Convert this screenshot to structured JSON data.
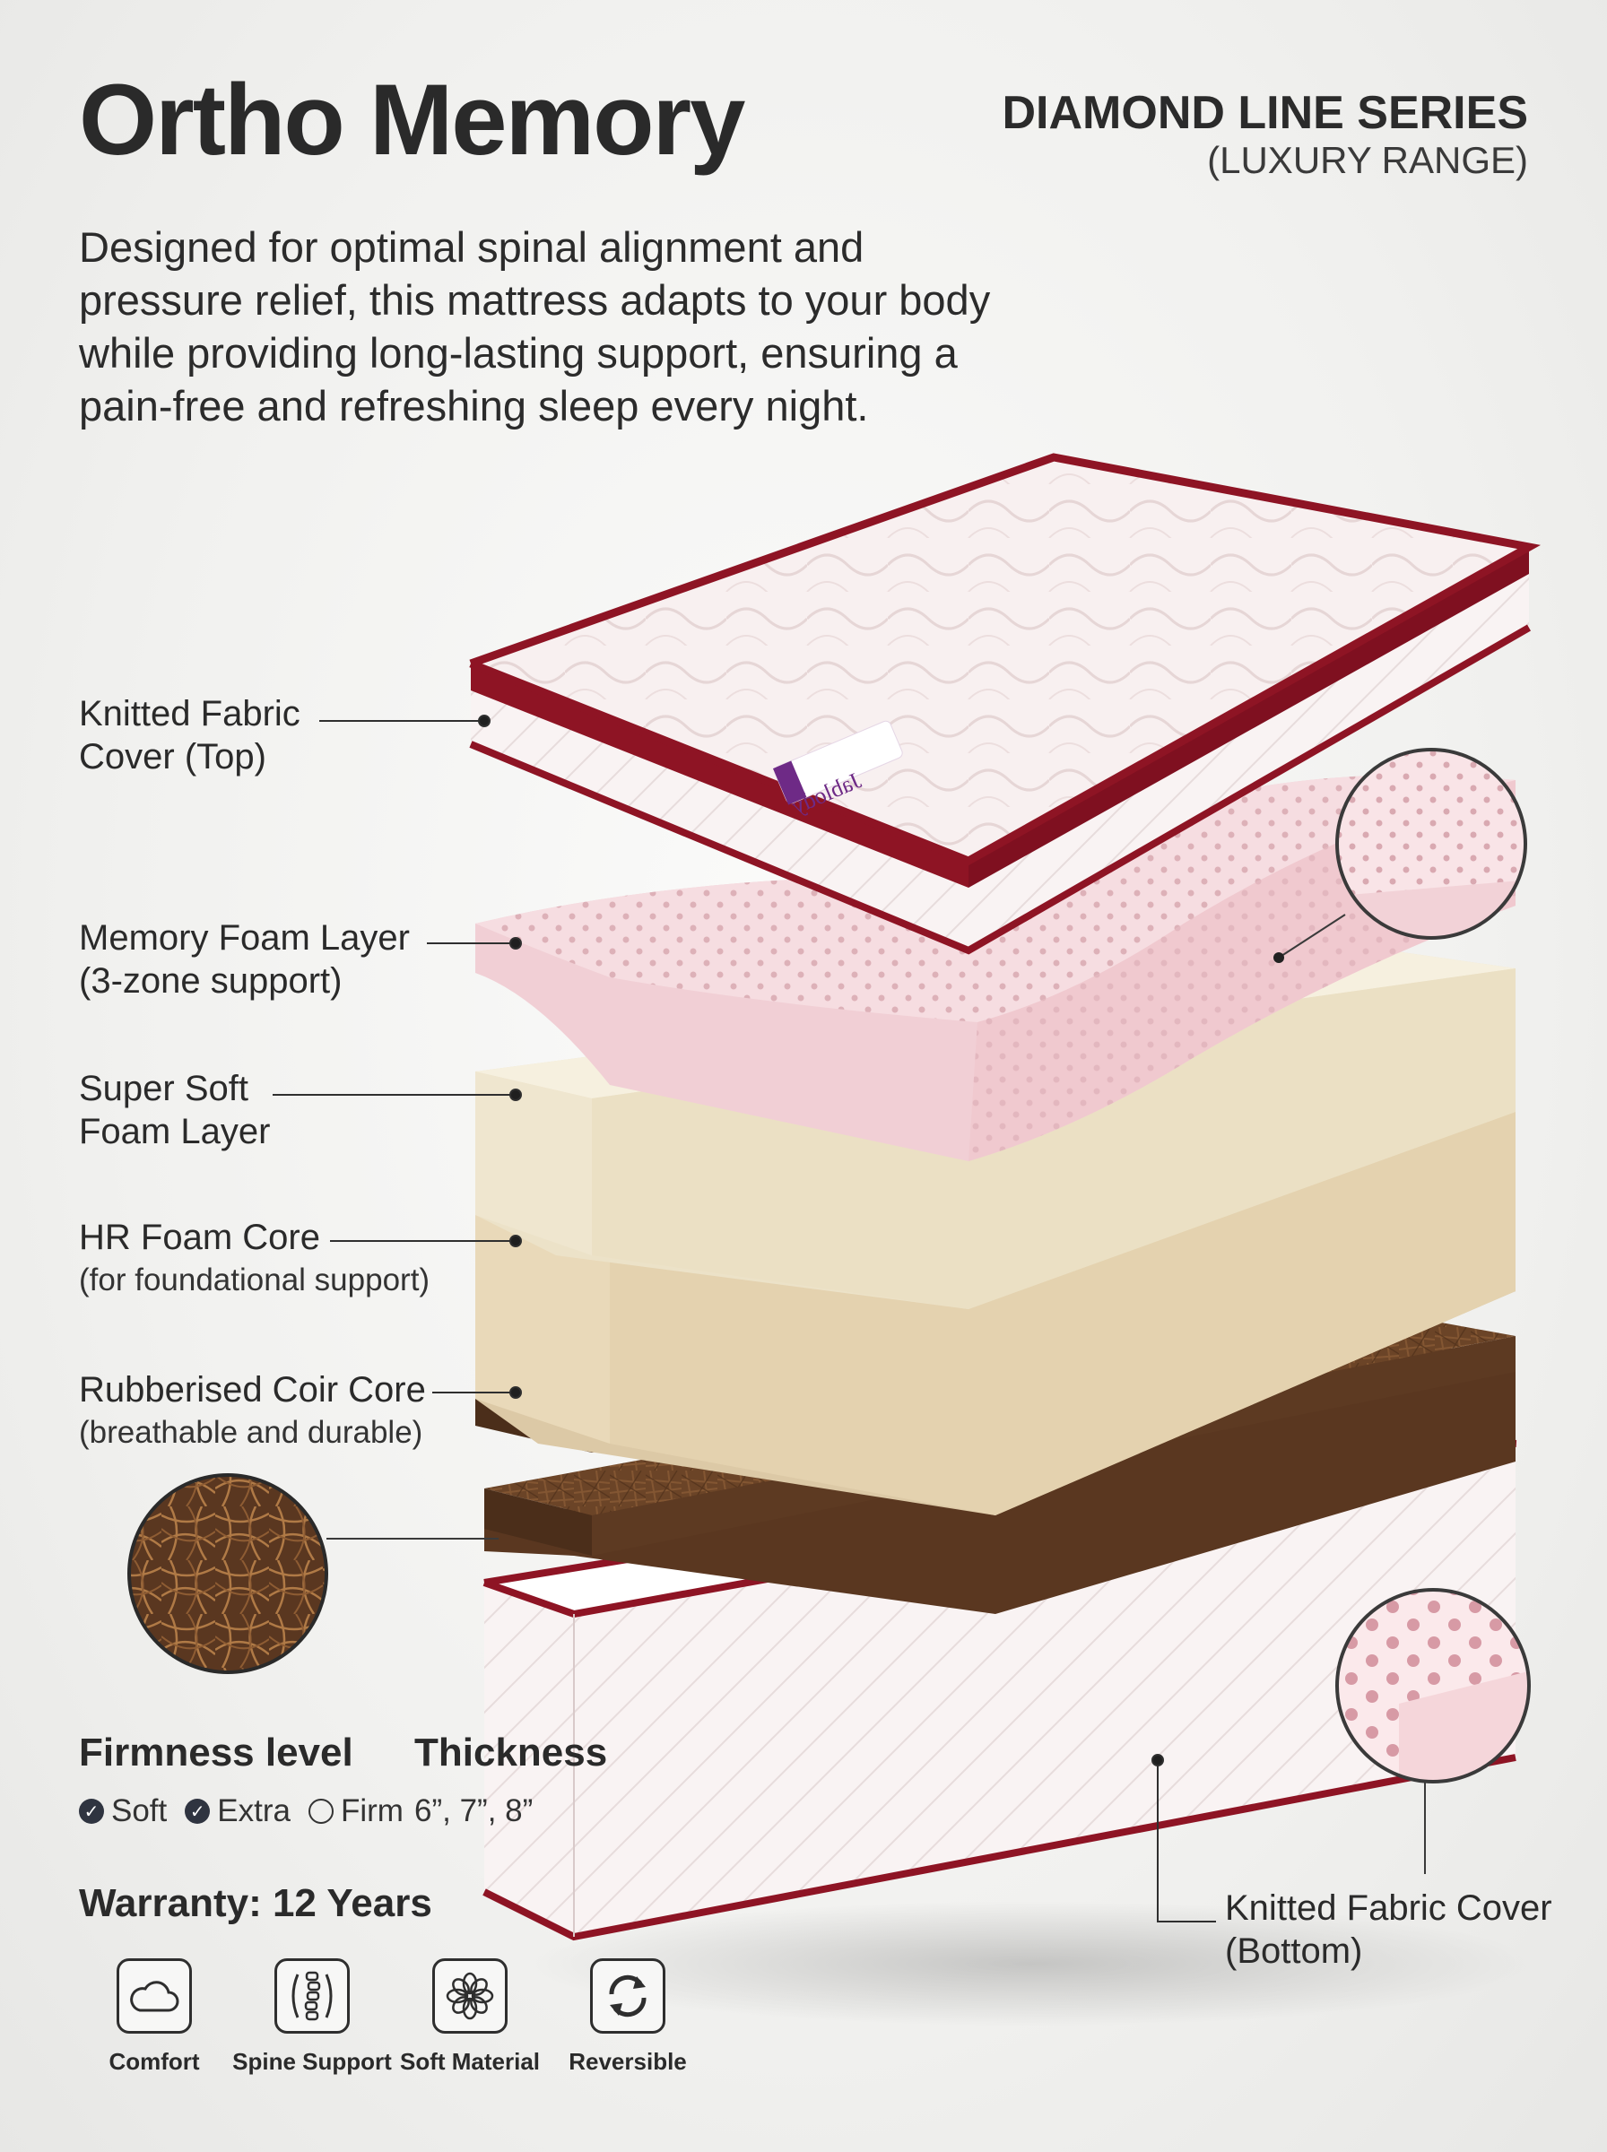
{
  "header": {
    "title": "Ortho Memory",
    "series": "DIAMOND LINE SERIES",
    "range": "(LUXURY RANGE)"
  },
  "description": "Designed for optimal spinal alignment and pressure relief, this mattress adapts to your body while providing long-lasting support, ensuring a pain-free and refreshing sleep every night.",
  "brand_tag": "Jablody",
  "layers": [
    {
      "label": "Knitted Fabric",
      "label2": "Cover (Top)"
    },
    {
      "label": "Memory Foam Layer",
      "label2": "(3-zone support)"
    },
    {
      "label": "Super Soft",
      "label2": "Foam Layer"
    },
    {
      "label": "HR Foam Core",
      "label2": "(for foundational support)"
    },
    {
      "label": "Rubberised Coir Core",
      "label2": "(breathable and durable)"
    },
    {
      "label": "Knitted Fabric Cover",
      "label2": "(Bottom)"
    }
  ],
  "firmness": {
    "heading": "Firmness level",
    "options": [
      {
        "label": "Soft",
        "checked": true
      },
      {
        "label": "Extra",
        "checked": true
      },
      {
        "label": "Firm",
        "checked": false
      }
    ]
  },
  "thickness": {
    "heading": "Thickness",
    "values": "6”, 7”, 8”"
  },
  "warranty": "Warranty: 12 Years",
  "features": [
    {
      "name": "Comfort",
      "icon": "cloud-icon"
    },
    {
      "name": "Spine Support",
      "icon": "spine-icon"
    },
    {
      "name": "Soft Material",
      "icon": "flower-icon"
    },
    {
      "name": "Reversible",
      "icon": "rotate-arrows-icon"
    }
  ],
  "colors": {
    "maroon": "#8e1424",
    "fabric": "#f7eeee",
    "memory_foam": "#f3d6da",
    "soft_foam": "#f0e7d0",
    "hr_foam": "#e8d8b8",
    "coir": "#6b4427"
  }
}
